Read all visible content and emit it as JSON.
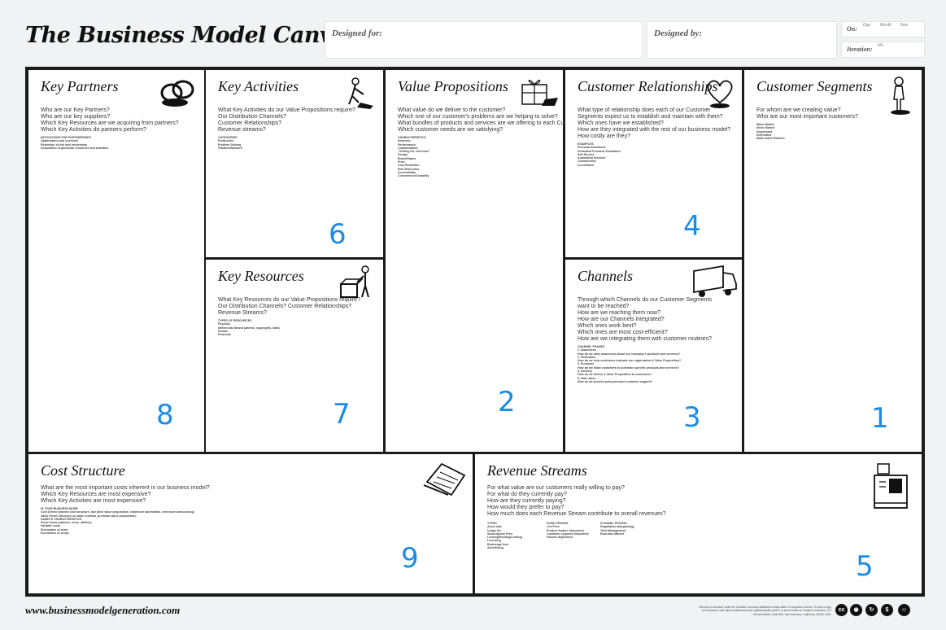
{
  "header": {
    "title": "The Business Model Canvas",
    "designed_for": "Designed for:",
    "designed_by": "Designed by:",
    "on": "On:",
    "iteration": "Iteration:",
    "day": "Day",
    "month": "Month",
    "year": "Year",
    "no": "No."
  },
  "blocks": {
    "key_partners": {
      "title": "Key Partners",
      "number": "8",
      "questions": [
        "Who are our Key Partners?",
        "Who are our key suppliers?",
        "Which Key Resources are we acquiring from partners?",
        "Which Key Activities do partners perform?"
      ],
      "categories": [
        "MOTIVATIONS FOR PARTNERSHIPS",
        "Optimization and economy",
        "Reduction of risk and uncertainty",
        "Acquisition of particular resources and activities"
      ]
    },
    "key_activities": {
      "title": "Key Activities",
      "number": "6",
      "questions": [
        "What Key Activities do our Value Propositions require?",
        "Our Distribution Channels?",
        "Customer Relationships?",
        "Revenue streams?"
      ],
      "categories": [
        "CATEGORIES",
        "Production",
        "Problem Solving",
        "Platform/Network"
      ]
    },
    "key_resources": {
      "title": "Key Resources",
      "number": "7",
      "questions": [
        "What Key Resources do our Value Propositions require?",
        "Our Distribution Channels? Customer Relationships?",
        "Revenue Streams?"
      ],
      "categories": [
        "TYPES OF RESOURCES",
        "Physical",
        "Intellectual (brand patents, copyrights, data)",
        "Human",
        "Financial"
      ]
    },
    "value_propositions": {
      "title": "Value Propositions",
      "number": "2",
      "questions": [
        "What value do we deliver to the customer?",
        "Which one of our customer's problems are we helping to solve?",
        "What bundles of products and services are we offering to each Customer Segment?",
        "Which customer needs are we satisfying?"
      ],
      "categories": [
        "CHARACTERISTICS",
        "Newness",
        "Performance",
        "Customization",
        "\"Getting the Job Done\"",
        "Design",
        "Brand/Status",
        "Price",
        "Cost Reduction",
        "Risk Reduction",
        "Accessibility",
        "Convenience/Usability"
      ]
    },
    "customer_relationships": {
      "title": "Customer Relationships",
      "number": "4",
      "questions": [
        "What type of relationship does each of our Customer",
        "Segments expect us to establish and maintain with them?",
        "Which ones have we established?",
        "How are they integrated with the rest of our business model?",
        "How costly are they?"
      ],
      "categories": [
        "EXAMPLES",
        "Personal assistance",
        "Dedicated Personal Assistance",
        "Self-Service",
        "Automated Services",
        "Communities",
        "Co-creation"
      ]
    },
    "channels": {
      "title": "Channels",
      "number": "3",
      "questions": [
        "Through which Channels do our Customer Segments",
        "want to be reached?",
        "How are we reaching them now?",
        "How are our Channels integrated?",
        "Which ones work best?",
        "Which ones are most cost-efficient?",
        "How are we integrating them with customer routines?"
      ],
      "categories": [
        "CHANNEL PHASES",
        "1. Awareness",
        "   How do we raise awareness about our company's products and services?",
        "2. Evaluation",
        "   How do we help customers evaluate our organization's Value Proposition?",
        "3. Purchase",
        "   How do we allow customers to purchase specific products and services?",
        "4. Delivery",
        "   How do we deliver a Value Proposition to customers?",
        "5. After sales",
        "   How do we provide post-purchase customer support?"
      ]
    },
    "customer_segments": {
      "title": "Customer Segments",
      "number": "1",
      "questions": [
        "For whom are we creating value?",
        "Who are our most important customers?"
      ],
      "categories": [
        "Mass Market",
        "Niche Market",
        "Segmented",
        "Diversified",
        "Multi-sided Platform"
      ]
    },
    "cost_structure": {
      "title": "Cost Structure",
      "number": "9",
      "questions": [
        "What are the most important costs inherent in our business model?",
        "Which Key Resources are most expensive?",
        "Which Key Activities are most expensive?"
      ],
      "categories": [
        "IS YOUR BUSINESS MORE",
        "Cost Driven (leanest cost structure, low price value proposition, maximum automation, extensive outsourcing)",
        "Value Driven (focused on value creation, premium value proposition)",
        "SAMPLE CHARACTERISTICS",
        "Fixed Costs (salaries, rents, utilities)",
        "Variable costs",
        "Economies of scale",
        "Economies of scope"
      ]
    },
    "revenue_streams": {
      "title": "Revenue Streams",
      "number": "5",
      "questions": [
        "For what value are our customers really willing to pay?",
        "For what do they currently pay?",
        "How are they currently paying?",
        "How would they prefer to pay?",
        "How much does each Revenue Stream contribute to overall revenues?"
      ],
      "categories_a": [
        "TYPES",
        "Asset sale",
        "Usage fee",
        "Subscription Fees",
        "Lending/Renting/Leasing",
        "Licensing",
        "Brokerage fees",
        "Advertising"
      ],
      "categories_b": [
        "FIXED PRICING",
        "List Price",
        "Product feature dependent",
        "Customer segment dependent",
        "Volume dependent"
      ],
      "categories_c": [
        "DYNAMIC PRICING",
        "Negotiation (bargaining)",
        "Yield Management",
        "Real-time-Market"
      ]
    }
  },
  "footer": {
    "url": "www.businessmodelgeneration.com",
    "license": "This work is licensed under the Creative Commons Attribution-Share Alike 3.0 Unported License. To view a copy of this license, visit http://creativecommons.org/licenses/by-sa/3.0/ or send a letter to Creative Commons, 171 Second Street, Suite 300, San Francisco, California, 94105, USA."
  },
  "icons": [
    "cc-icon",
    "by-icon",
    "sa-icon",
    "nc-icon",
    "person-icon"
  ]
}
